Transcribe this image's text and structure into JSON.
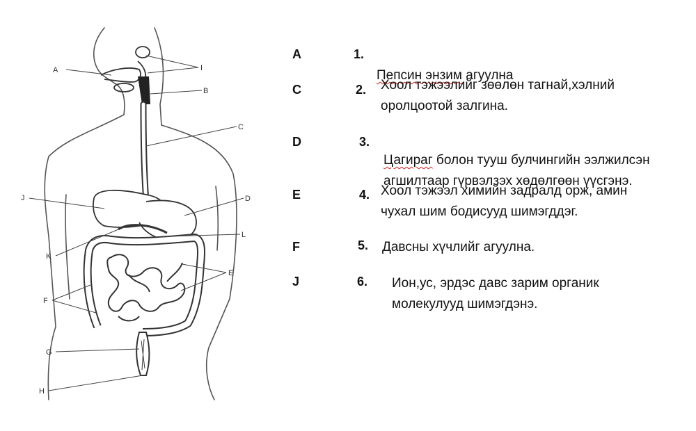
{
  "diagram": {
    "labels": {
      "A": "A",
      "B": "B",
      "C": "C",
      "D": "D",
      "E": "E",
      "F": "F",
      "G": "G",
      "H": "H",
      "I": "I",
      "J": "J",
      "K": "K",
      "L": "L"
    }
  },
  "letters": [
    "A",
    "C",
    "D",
    "E",
    "F",
    "J"
  ],
  "statements": [
    {
      "num": "1.",
      "text_start": "Пепсин энзим",
      "text_end": " агуулна"
    },
    {
      "num": "2.",
      "text": "Хоол тэжээлийг зөөлөн тагнай,хэлний\nоролцоотой залгина."
    },
    {
      "num": "3.",
      "text_start": "Цагираг",
      "text_end": " болон тууш булчингийн ээлжилсэн\nагшилтаар гүрвэлзэх хөдөлгөөн үүсгэнэ."
    },
    {
      "num": "4.",
      "text": "Хоол тэжээл химийн задралд орж, амин\nчухал шим бодисууд шимэгддэг."
    },
    {
      "num": "5.",
      "text": "Давсны хүчлийг агуулна."
    },
    {
      "num": "6.",
      "text": "Ион,ус, эрдэс давс зарим органик\nмолекулууд шимэгдэнэ."
    }
  ]
}
